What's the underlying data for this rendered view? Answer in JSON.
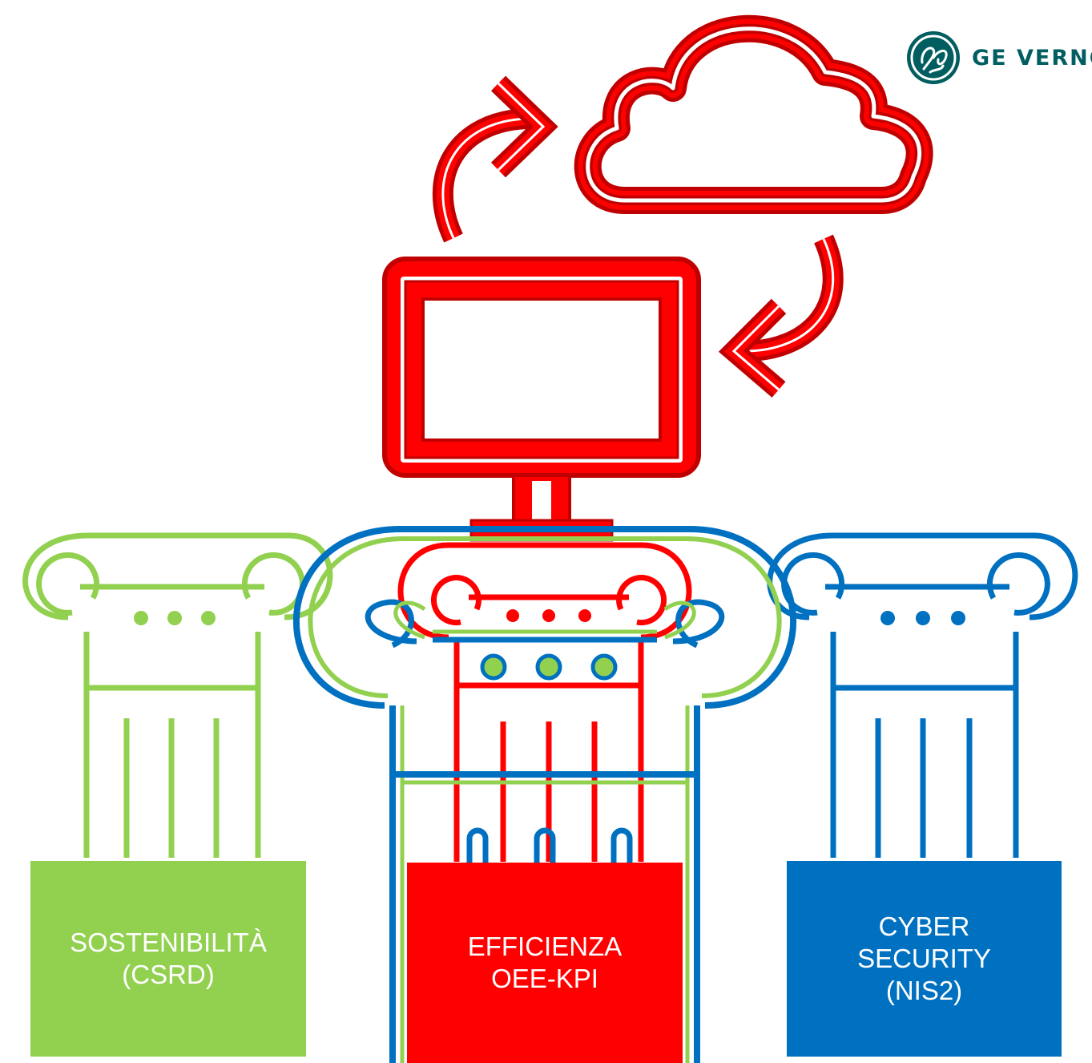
{
  "brand": {
    "name": "GE VERNOVA",
    "color": "#005e60"
  },
  "colors": {
    "red": "#ff0000",
    "dark_red": "#c00000",
    "green": "#92d050",
    "blue": "#0070c0"
  },
  "icons": [
    "cloud-icon",
    "monitor-icon",
    "sync-arrow-icon",
    "column-icon"
  ],
  "pillars": [
    {
      "lines": [
        "SOSTENIBILITÀ",
        "(CSRD)"
      ],
      "color": "#92d050"
    },
    {
      "lines": [
        "EFFICIENZA",
        "OEE-KPI"
      ],
      "color": "#ff0000"
    },
    {
      "lines": [
        "CYBER",
        "SECURITY",
        "(NIS2)"
      ],
      "color": "#0070c0"
    }
  ]
}
